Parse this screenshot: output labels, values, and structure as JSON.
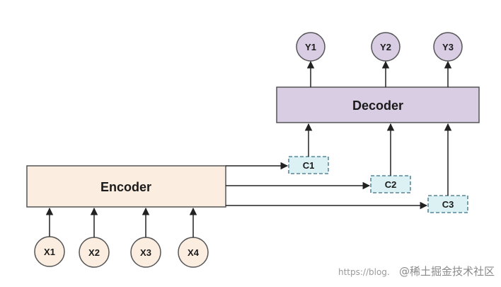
{
  "diagram": {
    "encoder": {
      "label": "Encoder",
      "fill": "#fbeee1",
      "stroke": "#555555"
    },
    "decoder": {
      "label": "Decoder",
      "fill": "#d9cde4",
      "stroke": "#555555"
    },
    "inputs": [
      {
        "label": "X1"
      },
      {
        "label": "X2"
      },
      {
        "label": "X3"
      },
      {
        "label": "X4"
      }
    ],
    "outputs": [
      {
        "label": "Y1"
      },
      {
        "label": "Y2"
      },
      {
        "label": "Y3"
      }
    ],
    "contexts": [
      {
        "label": "C1"
      },
      {
        "label": "C2"
      },
      {
        "label": "C3"
      }
    ],
    "colors": {
      "input_fill": "#fbeee1",
      "output_fill": "#d9cde4",
      "context_fill": "#dcf1f3",
      "context_stroke": "#3a6f84",
      "edge": "#222222"
    }
  },
  "watermark": {
    "url_text": "https://blog.",
    "brand_text": "@稀土掘金技术社区"
  }
}
